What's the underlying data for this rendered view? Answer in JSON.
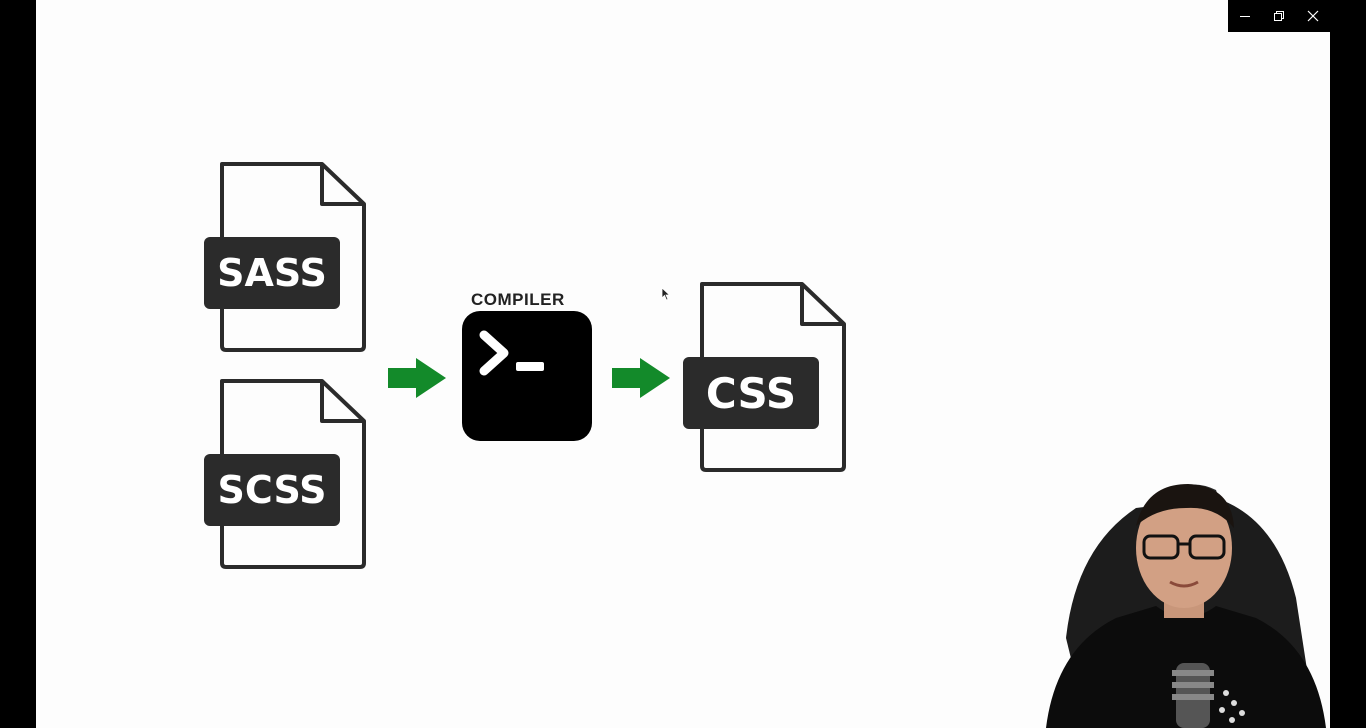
{
  "window_controls": {
    "minimize": "minimize-icon",
    "restore": "restore-icon",
    "close": "close-icon"
  },
  "diagram": {
    "inputs": [
      {
        "label": "SASS"
      },
      {
        "label": "SCSS"
      }
    ],
    "compiler": {
      "label": "COMPILER",
      "icon": "terminal-icon"
    },
    "output": {
      "label": "CSS"
    },
    "arrow_color": "#138a2a",
    "badge_color": "#2b2b2b"
  },
  "presenter": {
    "icon": "presenter-webcam"
  }
}
